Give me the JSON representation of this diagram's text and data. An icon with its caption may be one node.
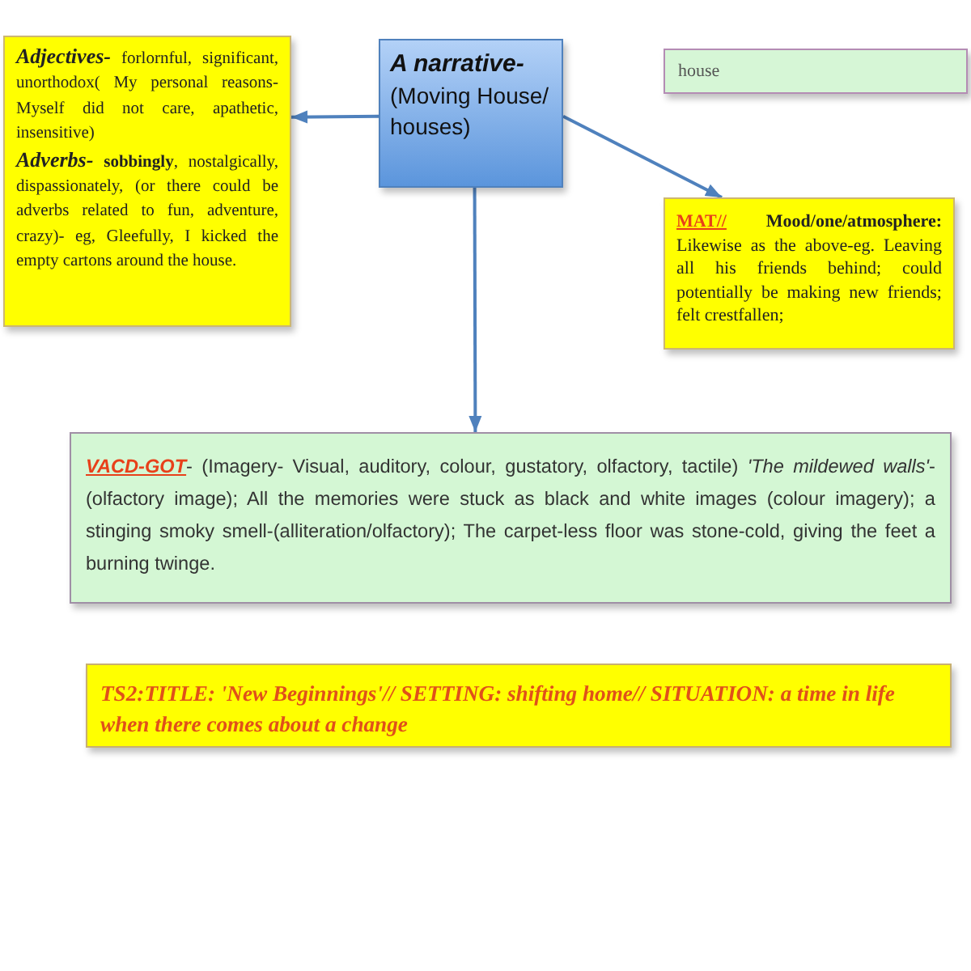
{
  "diagram": {
    "nodes": [
      {
        "text": [
          "**Adjectives-** forlornful, significant, unorthodox( My personal reasons- Myself did not care, apathetic, insensitive)",
          "**Adverbs-** **sobbingly**, nostalgically, dispassionately, (or there could be adverbs related to fun, adventure, crazy)- eg, Gleefully, I kicked the empty cartons around the house."
        ]
      },
      {
        "text": [
          "A narrative-",
          "(Moving House/ houses)"
        ]
      },
      {
        "text": [
          "house"
        ]
      },
      {
        "text": [
          "**MAT//** **Mood/one/atmosphere:** Likewise as the above-eg. Leaving all his friends behind; could potentially be making new friends; felt crestfallen;"
        ]
      },
      {
        "text": [
          "**VACD-GOT**- (Imagery- Visual, auditory, colour, gustatory, olfactory, tactile) *'The mildewed walls'*- (olfactory image); All the memories were stuck as black and white images (colour imagery); a stinging smoky smell-(alliteration/olfactory); The carpet-less floor was stone-cold, giving the feet a burning twinge."
        ]
      },
      {
        "text": [
          "TS2:TITLE: 'New Beginnings'// SETTING: shifting home// SITUATION: a time in life when there comes about a change"
        ]
      }
    ],
    "edges": [
      {
        "from": 1,
        "to": 0,
        "arrow": "to"
      },
      {
        "from": 1,
        "to": 3,
        "arrow": "to"
      },
      {
        "from": 1,
        "to": 4,
        "arrow": "to"
      }
    ]
  }
}
